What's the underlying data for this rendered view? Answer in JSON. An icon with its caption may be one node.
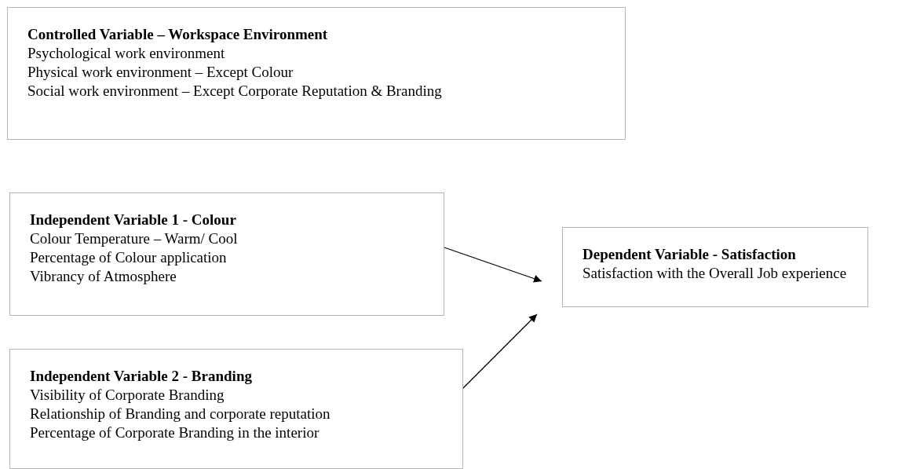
{
  "diagram": {
    "nodes": [
      {
        "text": [
          "Controlled Variable – Workspace Environment",
          "Psychological work environment",
          "Physical work environment – Except Colour",
          "Social work environment – Except Corporate Reputation & Branding"
        ]
      },
      {
        "text": [
          "Independent Variable 1 - Colour",
          "Colour Temperature – Warm/ Cool",
          "Percentage of Colour application",
          "Vibrancy of Atmosphere"
        ]
      },
      {
        "text": [
          "Independent Variable 2 - Branding",
          "Visibility of Corporate Branding",
          "Relationship of Branding and corporate reputation",
          "Percentage of Corporate Branding in the interior"
        ]
      },
      {
        "text": [
          "Dependent Variable - Satisfaction",
          "Satisfaction with the Overall Job experience"
        ]
      }
    ],
    "edges": [
      {
        "from": 1,
        "to": 3,
        "arrow": "to"
      },
      {
        "from": 2,
        "to": 3,
        "arrow": "to"
      }
    ]
  }
}
